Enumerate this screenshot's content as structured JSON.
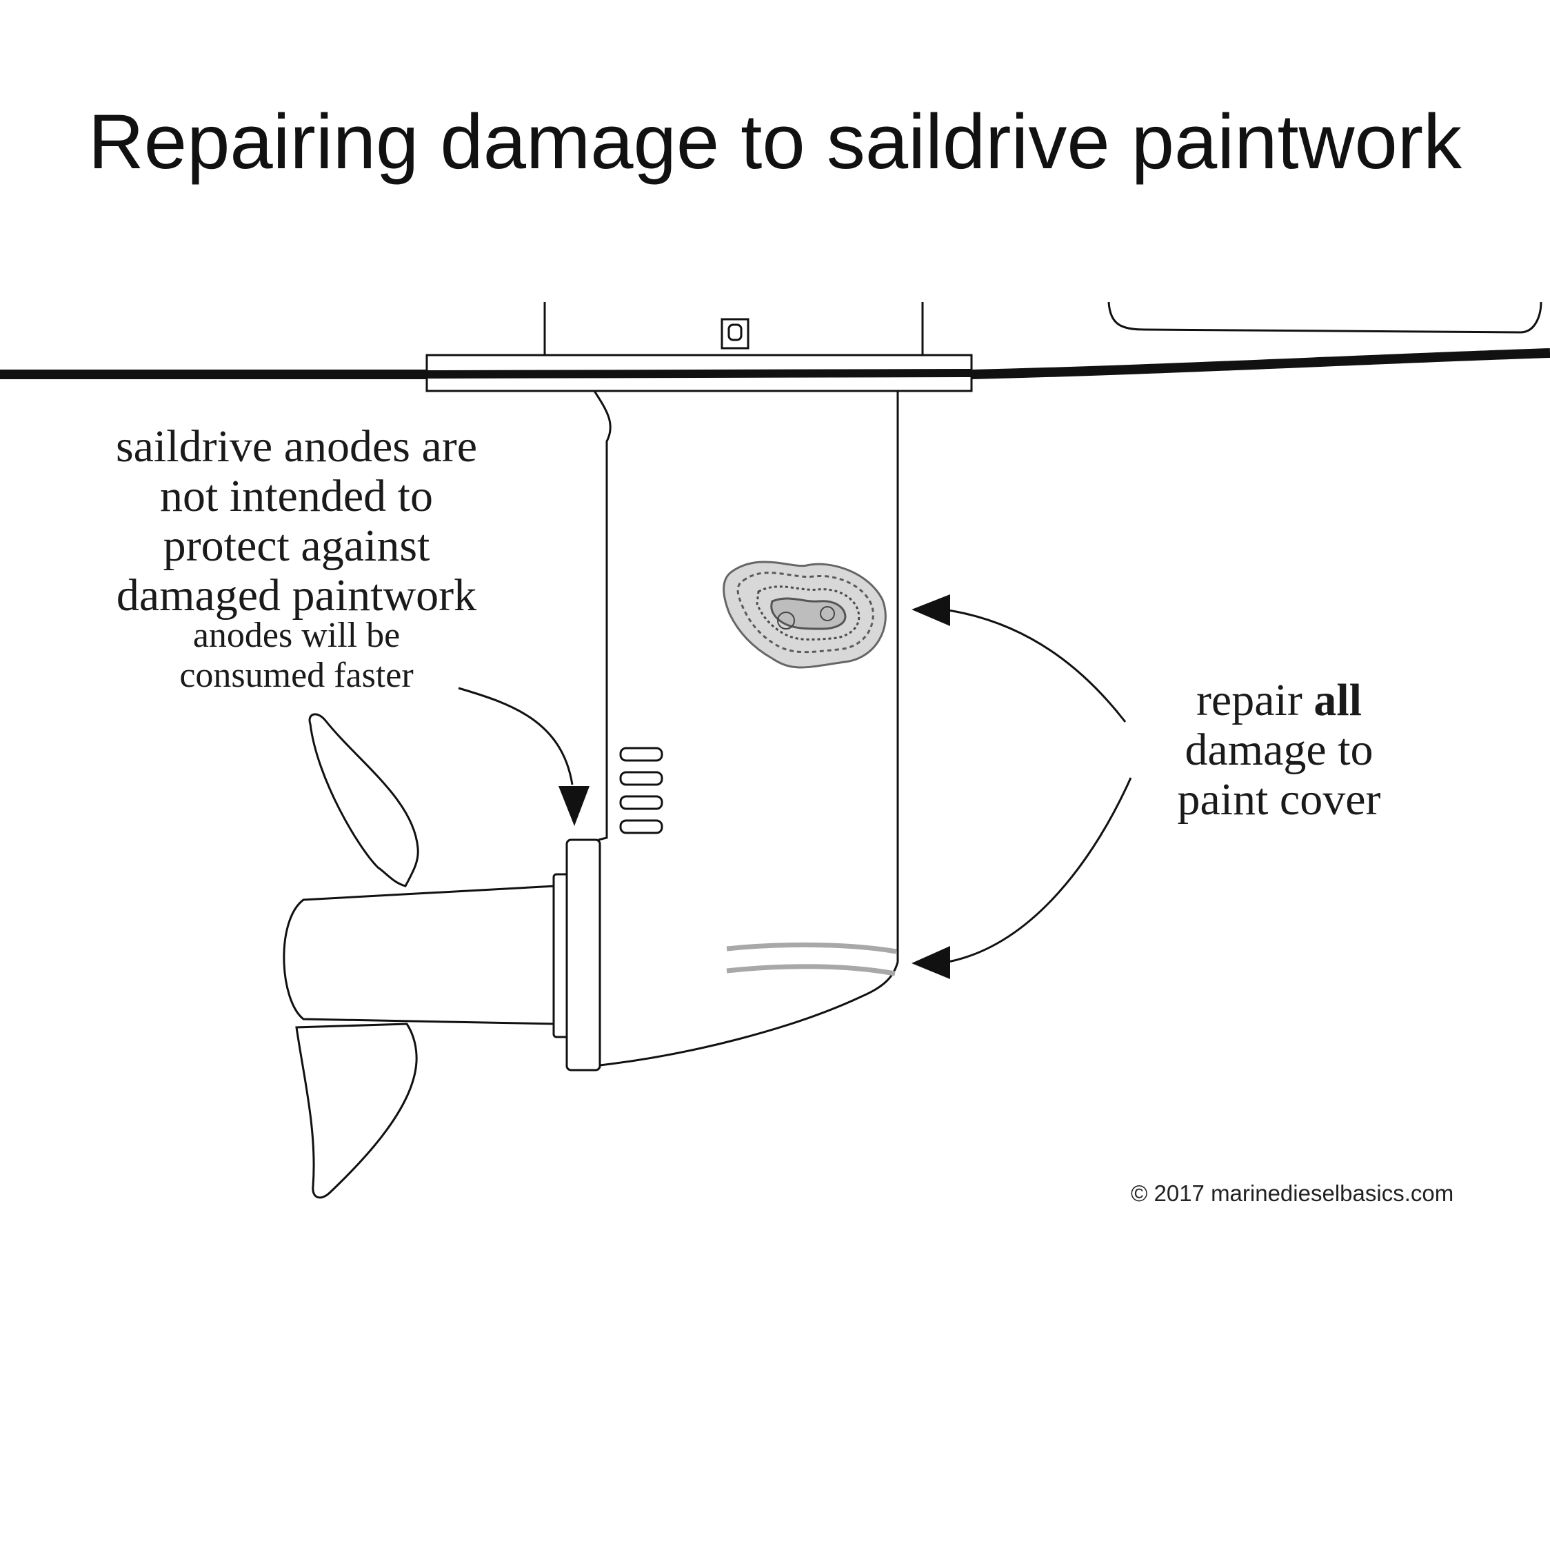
{
  "title": "Repairing damage to saildrive paintwork",
  "left_note": {
    "main_lines": [
      "saildrive anodes are",
      "not intended to",
      "protect against",
      "damaged paintwork"
    ],
    "sub_lines": [
      "anodes will be",
      "consumed faster"
    ]
  },
  "right_note": {
    "line1_prefix": "repair ",
    "line1_bold": "all",
    "line2": "damage to",
    "line3": "paint cover"
  },
  "copyright": "© 2017 marinedieselbasics.com",
  "colors": {
    "ink": "#111111",
    "damage_texture": "#7a7a7a",
    "scratch": "#a8a8a8",
    "background": "#ffffff"
  }
}
